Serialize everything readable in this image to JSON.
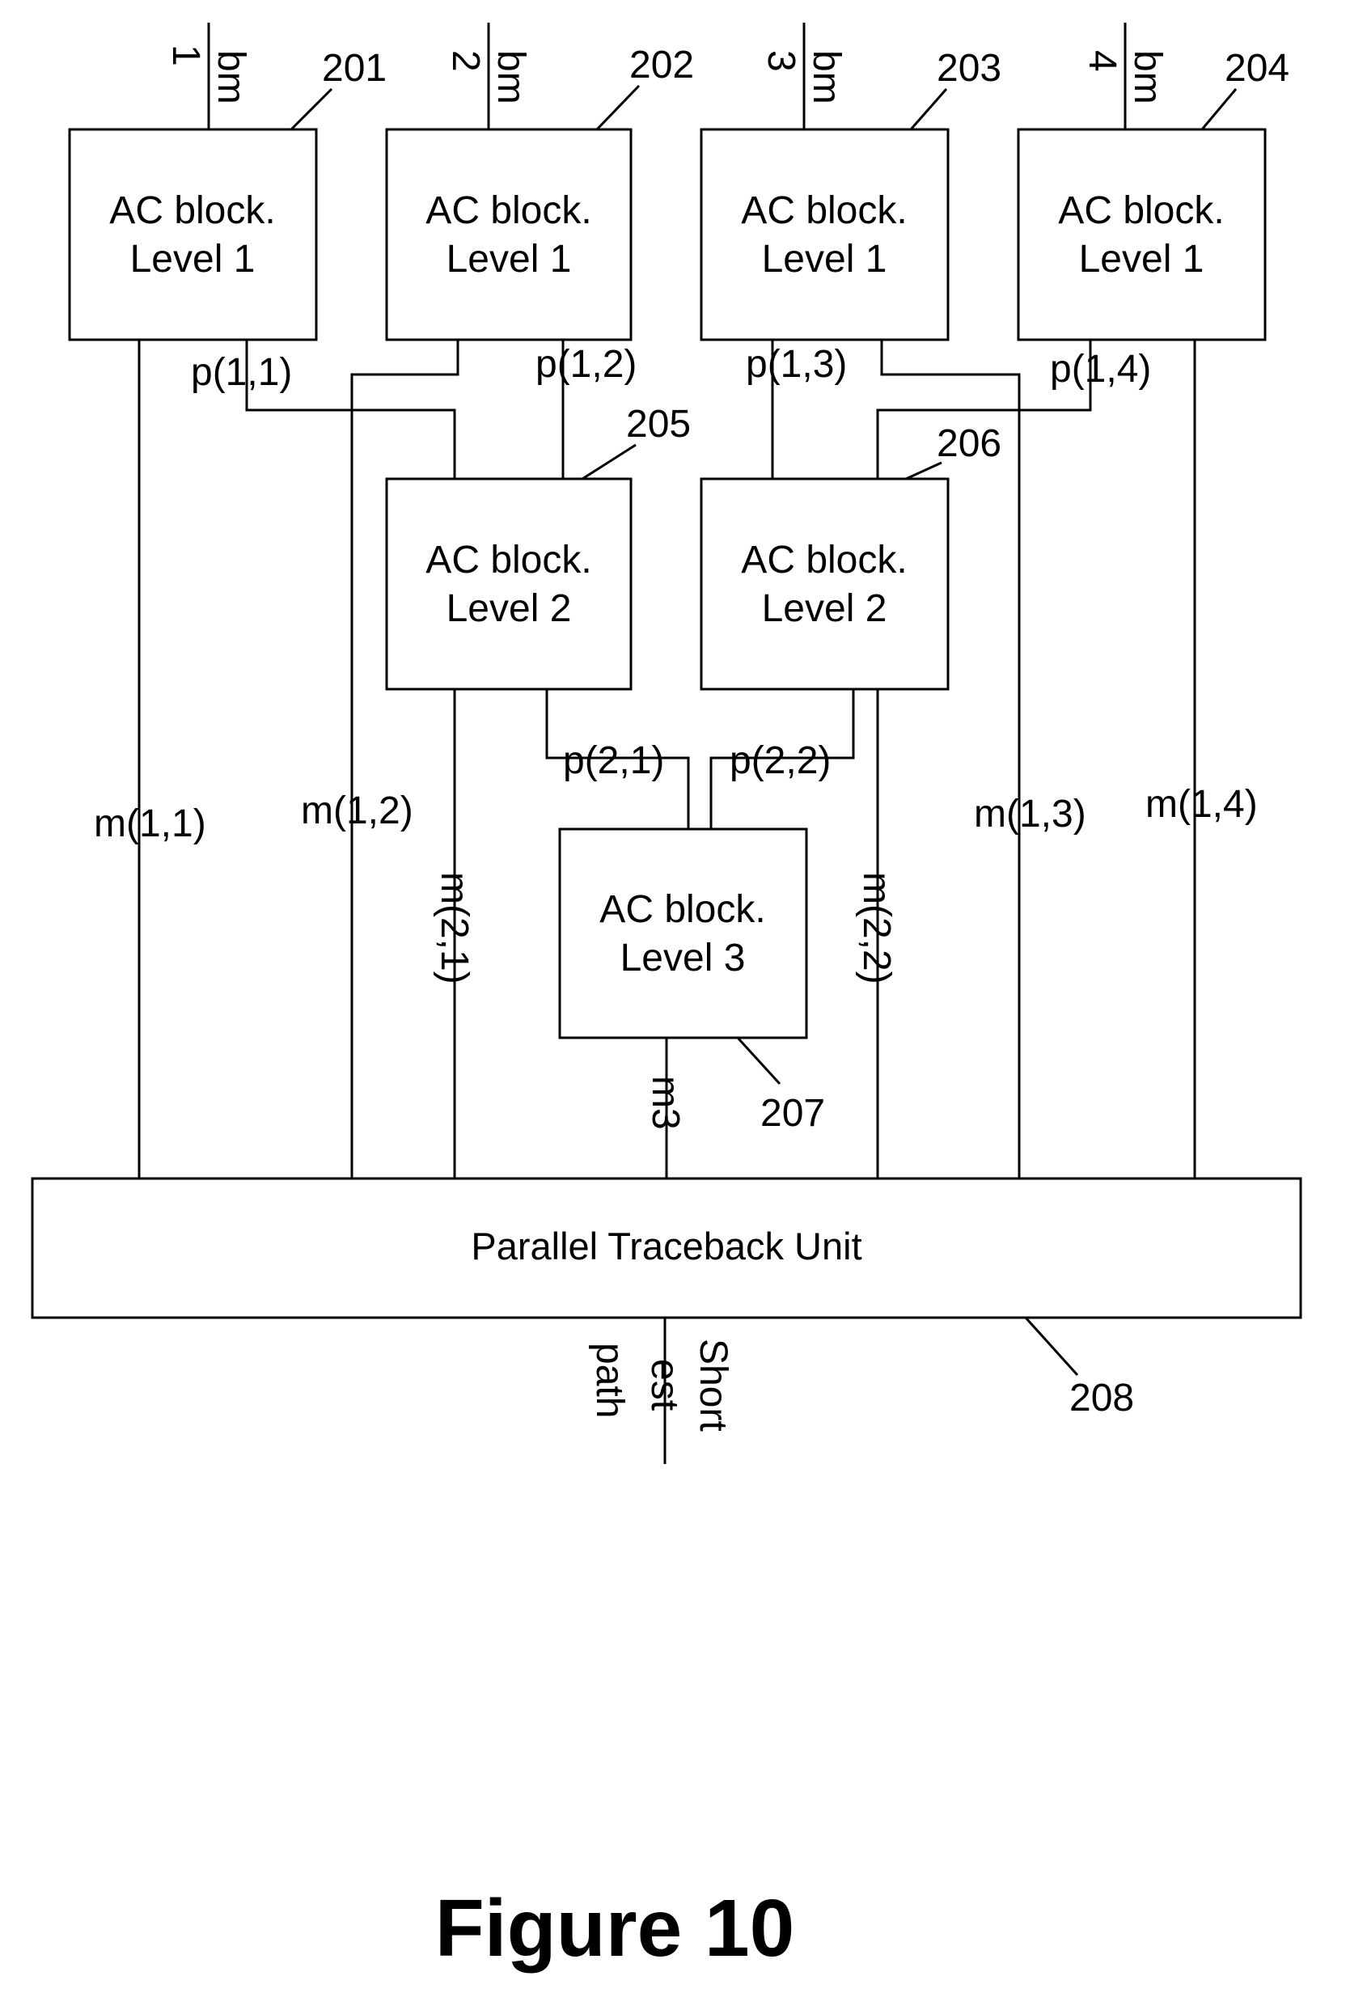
{
  "blocks": {
    "b201": {
      "line1": "AC block.",
      "line2": "Level 1",
      "ref": "201"
    },
    "b202": {
      "line1": "AC block.",
      "line2": "Level 1",
      "ref": "202"
    },
    "b203": {
      "line1": "AC block.",
      "line2": "Level 1",
      "ref": "203"
    },
    "b204": {
      "line1": "AC block.",
      "line2": "Level 1",
      "ref": "204"
    },
    "b205": {
      "line1": "AC block.",
      "line2": "Level 2",
      "ref": "205"
    },
    "b206": {
      "line1": "AC block.",
      "line2": "Level 2",
      "ref": "206"
    },
    "b207": {
      "line1": "AC block.",
      "line2": "Level 3",
      "ref": "207"
    }
  },
  "traceback": {
    "label": "Parallel Traceback Unit",
    "ref": "208"
  },
  "inputs": [
    {
      "num": "1",
      "bm": "bm"
    },
    {
      "num": "2",
      "bm": "bm"
    },
    {
      "num": "3",
      "bm": "bm"
    },
    {
      "num": "4",
      "bm": "bm"
    }
  ],
  "signals": {
    "p11": "p(1,1)",
    "p12": "p(1,2)",
    "p13": "p(1,3)",
    "p14": "p(1,4)",
    "p21": "p(2,1)",
    "p22": "p(2,2)",
    "m11": "m(1,1)",
    "m12": "m(1,2)",
    "m13": "m(1,3)",
    "m14": "m(1,4)",
    "m21": "m(2,1)",
    "m22": "m(2,2)",
    "m3": "m3"
  },
  "output": {
    "line1": "Short",
    "line2": "est",
    "line3": "path"
  },
  "figure_title": "Figure 10"
}
